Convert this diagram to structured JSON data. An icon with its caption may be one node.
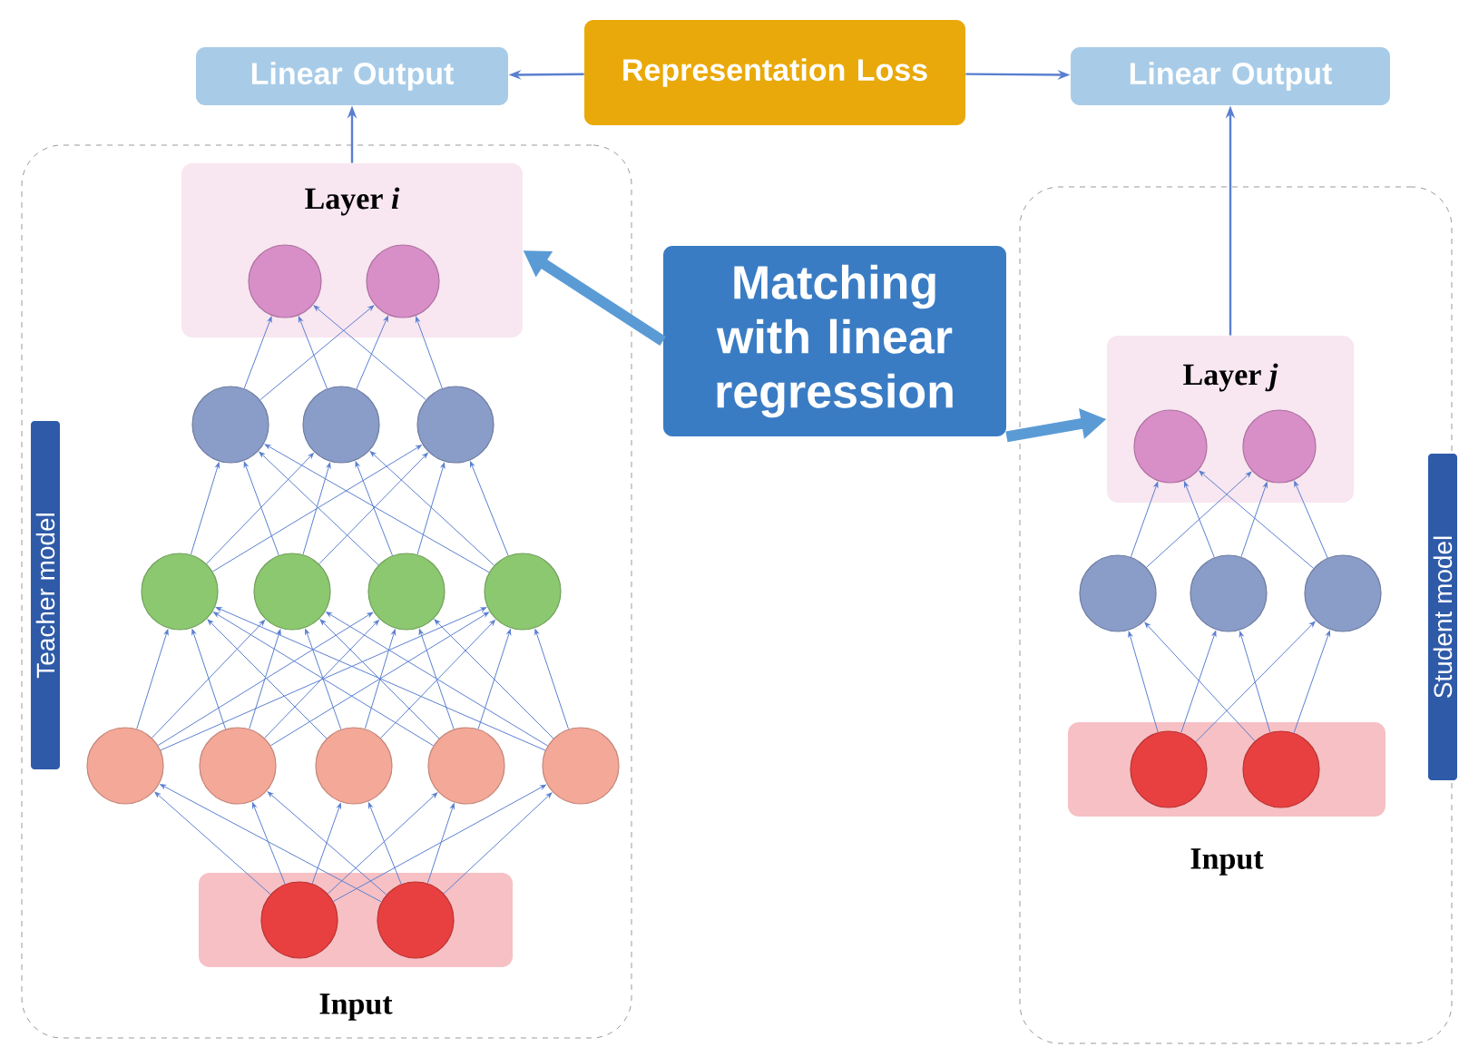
{
  "diagram": {
    "nodes": [
      {
        "text": [
          "Representation Loss"
        ]
      },
      {
        "text": [
          "Linear Output"
        ]
      },
      {
        "text": [
          "Linear Output"
        ]
      },
      {
        "text": [
          "Teacher model"
        ]
      },
      {
        "text": [
          "Layer *i*"
        ],
        "in": 3
      },
      {
        "text": [],
        "shape": "circle",
        "in": 4
      },
      {
        "text": [],
        "shape": "circle",
        "in": 4
      },
      {
        "text": [],
        "shape": "circle",
        "in": 3
      },
      {
        "text": [],
        "shape": "circle",
        "in": 3
      },
      {
        "text": [],
        "shape": "circle",
        "in": 3
      },
      {
        "text": [],
        "shape": "circle",
        "in": 3
      },
      {
        "text": [],
        "shape": "circle",
        "in": 3
      },
      {
        "text": [],
        "shape": "circle",
        "in": 3
      },
      {
        "text": [],
        "shape": "circle",
        "in": 3
      },
      {
        "text": [],
        "shape": "circle",
        "in": 3
      },
      {
        "text": [],
        "shape": "circle",
        "in": 3
      },
      {
        "text": [],
        "shape": "circle",
        "in": 3
      },
      {
        "text": [],
        "shape": "circle",
        "in": 3
      },
      {
        "text": [],
        "shape": "circle",
        "in": 3
      },
      {
        "text": [
          "Input"
        ],
        "in": 3
      },
      {
        "text": [],
        "shape": "circle",
        "in": 19
      },
      {
        "text": [],
        "shape": "circle",
        "in": 19
      },
      {
        "text": [
          "Matching with linear regression"
        ]
      },
      {
        "text": [
          "Student model"
        ]
      },
      {
        "text": [
          "Layer *j*"
        ],
        "in": 23
      },
      {
        "text": [],
        "shape": "circle",
        "in": 24
      },
      {
        "text": [],
        "shape": "circle",
        "in": 24
      },
      {
        "text": [],
        "shape": "circle",
        "in": 23
      },
      {
        "text": [],
        "shape": "circle",
        "in": 23
      },
      {
        "text": [],
        "shape": "circle",
        "in": 23
      },
      {
        "text": [
          "Input"
        ],
        "in": 23
      },
      {
        "text": [],
        "shape": "circle",
        "in": 30
      },
      {
        "text": [],
        "shape": "circle",
        "in": 30
      }
    ],
    "edges": [
      {
        "from": 0,
        "to": 1,
        "arrow": "to"
      },
      {
        "from": 0,
        "to": 2,
        "arrow": "to"
      },
      {
        "from": 4,
        "to": 1,
        "arrow": "to"
      },
      {
        "from": 24,
        "to": 2,
        "arrow": "to"
      },
      {
        "from": 22,
        "to": 4,
        "arrow": "to",
        "style": "thick"
      },
      {
        "from": 22,
        "to": 24,
        "arrow": "to",
        "style": "thick"
      },
      {
        "from": 20,
        "to": 14,
        "arrow": "to"
      },
      {
        "from": 20,
        "to": 15,
        "arrow": "to"
      },
      {
        "from": 20,
        "to": 16,
        "arrow": "to"
      },
      {
        "from": 20,
        "to": 17,
        "arrow": "to"
      },
      {
        "from": 20,
        "to": 18,
        "arrow": "to"
      },
      {
        "from": 21,
        "to": 14,
        "arrow": "to"
      },
      {
        "from": 21,
        "to": 15,
        "arrow": "to"
      },
      {
        "from": 21,
        "to": 16,
        "arrow": "to"
      },
      {
        "from": 21,
        "to": 17,
        "arrow": "to"
      },
      {
        "from": 21,
        "to": 18,
        "arrow": "to"
      },
      {
        "from": 14,
        "to": 10,
        "arrow": "to"
      },
      {
        "from": 14,
        "to": 11,
        "arrow": "to"
      },
      {
        "from": 14,
        "to": 12,
        "arrow": "to"
      },
      {
        "from": 14,
        "to": 13,
        "arrow": "to"
      },
      {
        "from": 15,
        "to": 10,
        "arrow": "to"
      },
      {
        "from": 15,
        "to": 11,
        "arrow": "to"
      },
      {
        "from": 15,
        "to": 12,
        "arrow": "to"
      },
      {
        "from": 15,
        "to": 13,
        "arrow": "to"
      },
      {
        "from": 16,
        "to": 10,
        "arrow": "to"
      },
      {
        "from": 16,
        "to": 11,
        "arrow": "to"
      },
      {
        "from": 16,
        "to": 12,
        "arrow": "to"
      },
      {
        "from": 16,
        "to": 13,
        "arrow": "to"
      },
      {
        "from": 17,
        "to": 10,
        "arrow": "to"
      },
      {
        "from": 17,
        "to": 11,
        "arrow": "to"
      },
      {
        "from": 17,
        "to": 12,
        "arrow": "to"
      },
      {
        "from": 17,
        "to": 13,
        "arrow": "to"
      },
      {
        "from": 18,
        "to": 10,
        "arrow": "to"
      },
      {
        "from": 18,
        "to": 11,
        "arrow": "to"
      },
      {
        "from": 18,
        "to": 12,
        "arrow": "to"
      },
      {
        "from": 18,
        "to": 13,
        "arrow": "to"
      },
      {
        "from": 10,
        "to": 7,
        "arrow": "to"
      },
      {
        "from": 10,
        "to": 8,
        "arrow": "to"
      },
      {
        "from": 10,
        "to": 9,
        "arrow": "to"
      },
      {
        "from": 11,
        "to": 7,
        "arrow": "to"
      },
      {
        "from": 11,
        "to": 8,
        "arrow": "to"
      },
      {
        "from": 11,
        "to": 9,
        "arrow": "to"
      },
      {
        "from": 12,
        "to": 7,
        "arrow": "to"
      },
      {
        "from": 12,
        "to": 8,
        "arrow": "to"
      },
      {
        "from": 12,
        "to": 9,
        "arrow": "to"
      },
      {
        "from": 13,
        "to": 7,
        "arrow": "to"
      },
      {
        "from": 13,
        "to": 8,
        "arrow": "to"
      },
      {
        "from": 13,
        "to": 9,
        "arrow": "to"
      },
      {
        "from": 7,
        "to": 5,
        "arrow": "to"
      },
      {
        "from": 7,
        "to": 6,
        "arrow": "to"
      },
      {
        "from": 8,
        "to": 5,
        "arrow": "to"
      },
      {
        "from": 8,
        "to": 6,
        "arrow": "to"
      },
      {
        "from": 9,
        "to": 5,
        "arrow": "to"
      },
      {
        "from": 9,
        "to": 6,
        "arrow": "to"
      },
      {
        "from": 31,
        "to": 27,
        "arrow": "to"
      },
      {
        "from": 31,
        "to": 28,
        "arrow": "to"
      },
      {
        "from": 31,
        "to": 29,
        "arrow": "to"
      },
      {
        "from": 32,
        "to": 27,
        "arrow": "to"
      },
      {
        "from": 32,
        "to": 28,
        "arrow": "to"
      },
      {
        "from": 32,
        "to": 29,
        "arrow": "to"
      },
      {
        "from": 27,
        "to": 25,
        "arrow": "to"
      },
      {
        "from": 27,
        "to": 26,
        "arrow": "to"
      },
      {
        "from": 28,
        "to": 25,
        "arrow": "to"
      },
      {
        "from": 28,
        "to": 26,
        "arrow": "to"
      },
      {
        "from": 29,
        "to": 25,
        "arrow": "to"
      },
      {
        "from": 29,
        "to": 26,
        "arrow": "to"
      }
    ]
  }
}
